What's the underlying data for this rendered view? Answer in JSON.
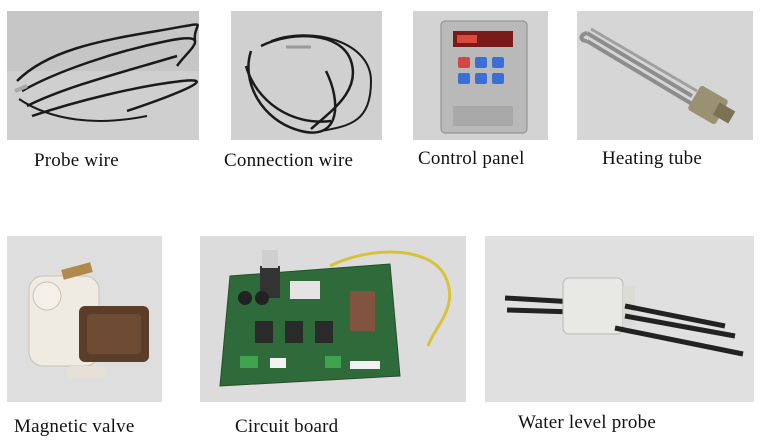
{
  "items": [
    {
      "label": "Probe wire",
      "icon": "probe-wire-photo"
    },
    {
      "label": "Connection wire",
      "icon": "connection-wire-photo"
    },
    {
      "label": "Control panel",
      "icon": "control-panel-photo"
    },
    {
      "label": "Heating tube",
      "icon": "heating-tube-photo"
    },
    {
      "label": "Magnetic valve",
      "icon": "magnetic-valve-photo"
    },
    {
      "label": "Circuit board",
      "icon": "circuit-board-photo"
    },
    {
      "label": "Water level probe",
      "icon": "water-level-probe-photo"
    }
  ],
  "colors": {
    "background": "#ffffff",
    "photo_bg": "#d9d9d9",
    "wire": "#1a1a1a",
    "panel_body": "#b9b9b9",
    "panel_display": "#7a1a1a",
    "panel_button": "#3a6fd8",
    "panel_button_red": "#d64545",
    "pcb_green": "#2f6b3a",
    "yellow_wire": "#d8c23a",
    "valve_white": "#efeae2",
    "valve_brown": "#5a3e2a",
    "probe_white": "#e8e8e4"
  }
}
